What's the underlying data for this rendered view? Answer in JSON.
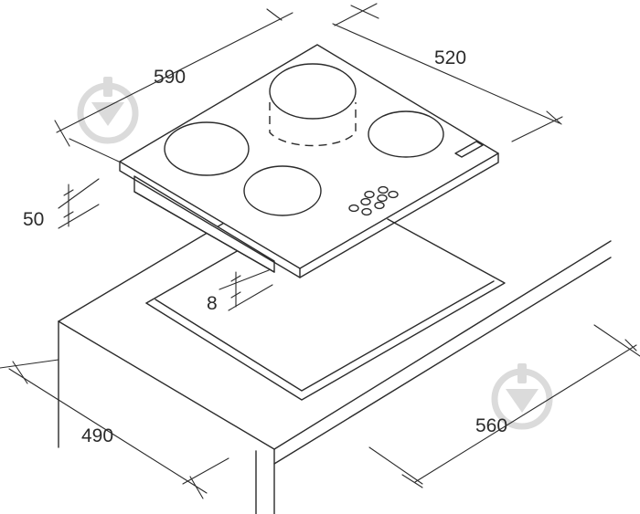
{
  "dimensions": {
    "hob_depth": "590",
    "hob_width": "520",
    "hob_height": "50",
    "gap": "8",
    "cutout_depth": "490",
    "cutout_width": "560"
  },
  "watermark": {
    "icon": "watermark-logo-icon",
    "color": "#d8d8d8"
  },
  "line_color": "#2b2b2b"
}
